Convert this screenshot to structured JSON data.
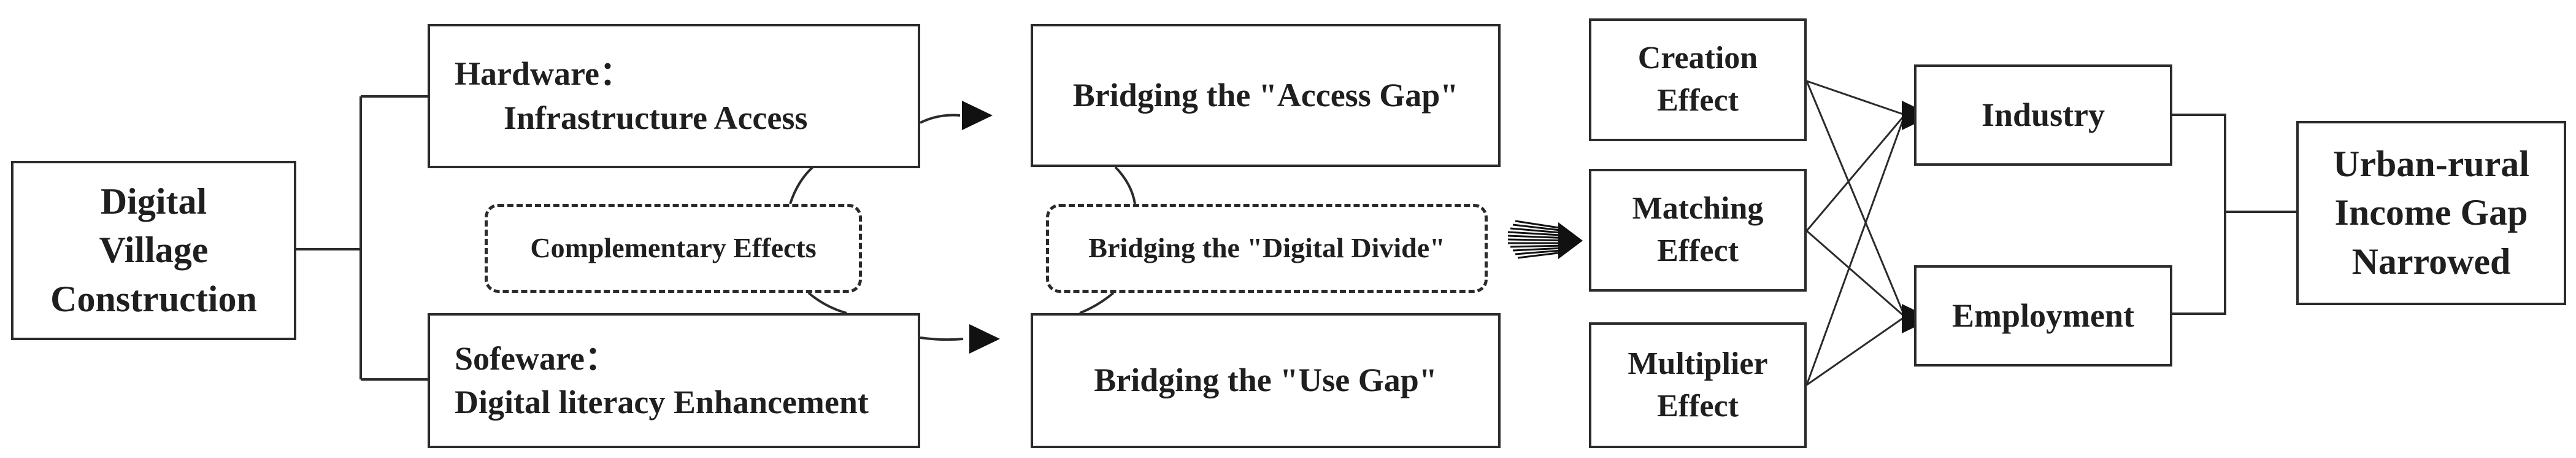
{
  "diagram": {
    "main": {
      "digital_village": [
        "Digital",
        "Village",
        "Construction"
      ]
    },
    "paths": {
      "hardware_title": "Hardware：",
      "hardware_sub": "Infrastructure Access",
      "software_title": "Sofeware：",
      "software_sub": "Digital literacy Enhancement",
      "complementary": "Complementary Effects"
    },
    "gaps": {
      "access_gap": "Bridging the \"Access Gap\"",
      "use_gap": "Bridging the \"Use Gap\"",
      "digital_divide": "Bridging the \"Digital Divide\""
    },
    "effects": {
      "creation": [
        "Creation",
        "Effect"
      ],
      "matching": [
        "Matching",
        "Effect"
      ],
      "multiplier": [
        "Multiplier",
        "Effect"
      ]
    },
    "channels": {
      "industry": "Industry",
      "employment": "Employment"
    },
    "outcome": [
      "Urban-rural",
      "Income Gap",
      "Narrowed"
    ]
  }
}
